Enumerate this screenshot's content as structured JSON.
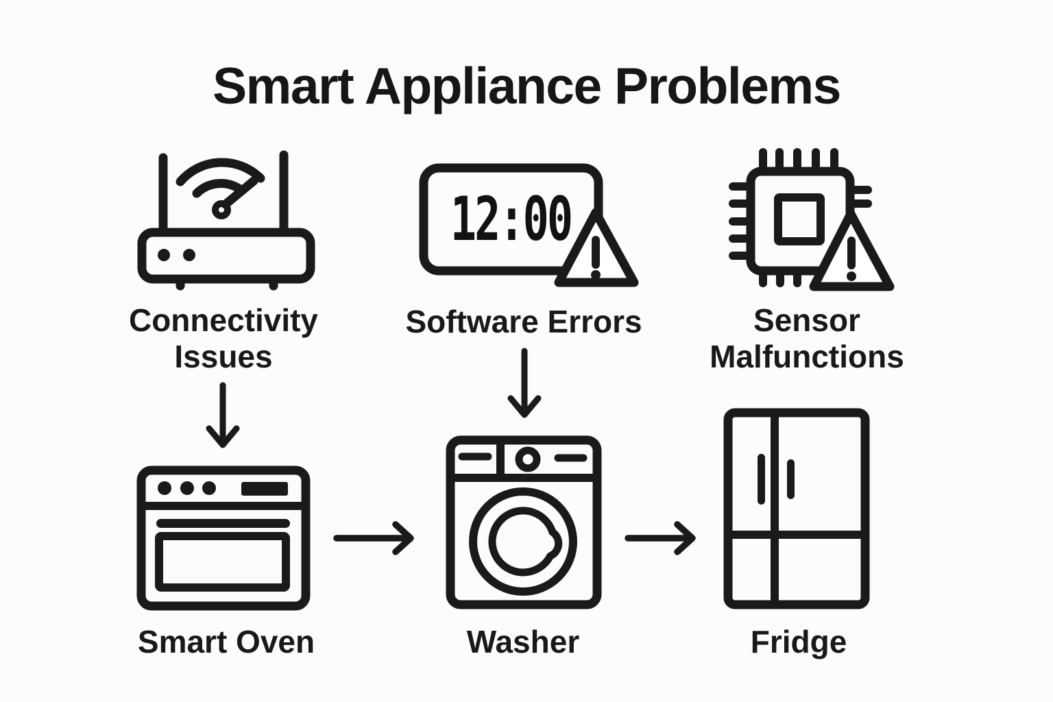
{
  "title": "Smart Appliance Problems",
  "colors": {
    "ink": "#1a1a1a",
    "background": "#fcfcfc",
    "icon_fill": "#ffffff"
  },
  "problems": [
    {
      "label": "Connectivity Issues",
      "icon": "wifi-router-icon"
    },
    {
      "label": "Software Errors",
      "icon": "digital-clock-warning-icon",
      "clock_display": "12:00"
    },
    {
      "label": "Sensor Malfunctions",
      "icon": "chip-warning-icon"
    }
  ],
  "appliances": [
    {
      "label": "Smart Oven",
      "icon": "smart-oven-icon"
    },
    {
      "label": "Washer",
      "icon": "washing-machine-icon"
    },
    {
      "label": "Fridge",
      "icon": "fridge-icon"
    }
  ]
}
